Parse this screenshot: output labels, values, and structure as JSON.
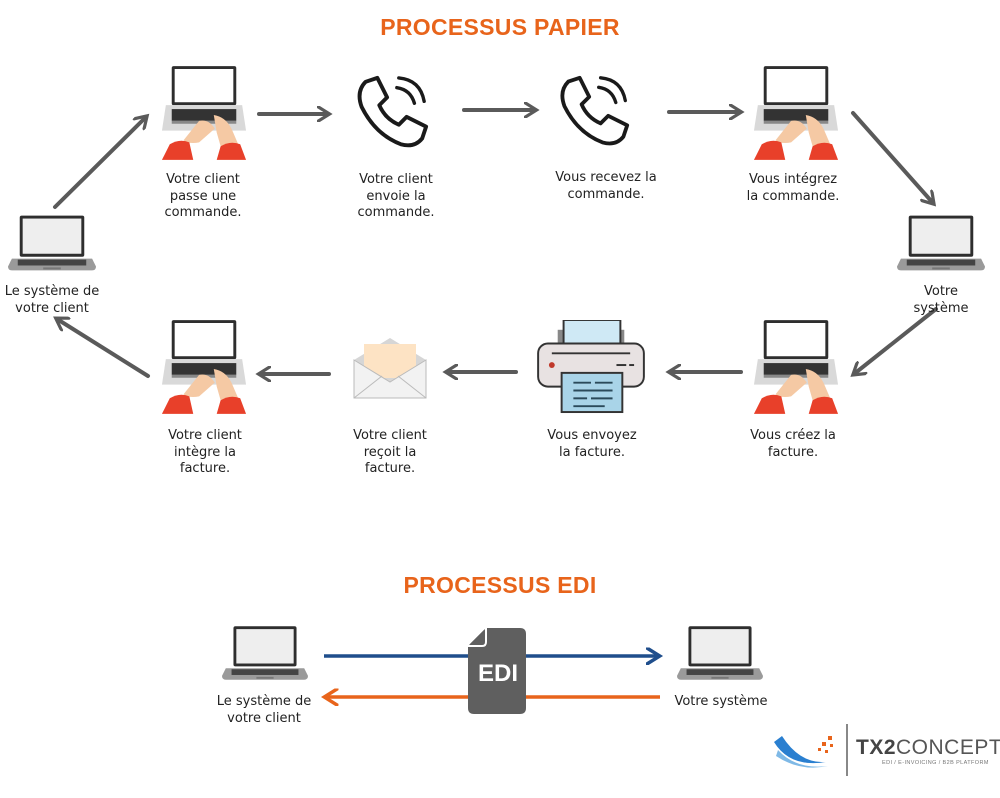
{
  "paper": {
    "title": "PROCESSUS PAPIER",
    "steps": {
      "client_system": "Le système de\nvotre client",
      "client_order": "Votre client\npasse une\ncommande.",
      "client_sends": "Votre client\nenvoie la\ncommande.",
      "you_receive": "Vous recevez la\ncommande.",
      "you_integrate": "Vous intégrez\nla commande.",
      "your_system": "Votre système",
      "you_create_invoice": "Vous créez la\nfacture.",
      "you_send_invoice": "Vous envoyez\nla facture.",
      "client_receives_invoice": "Votre client\nreçoit la\nfacture.",
      "client_integrates_invoice": "Votre client\nintègre la\nfacture."
    }
  },
  "edi": {
    "title": "PROCESSUS EDI",
    "left_label": "Le système de\nvotre client",
    "right_label": "Votre système",
    "document_label": "EDI",
    "colors": {
      "outbound": "#1f4e8c",
      "inbound": "#e8641b"
    }
  },
  "logo": {
    "brand_bold": "TX2",
    "brand": "CONCEPT",
    "tagline": "EDI / E-INVOICING / B2B PLATFORM"
  },
  "colors": {
    "accent": "#e8641b",
    "arrow": "#5a5a5a",
    "doc": "#5f5f5f"
  }
}
